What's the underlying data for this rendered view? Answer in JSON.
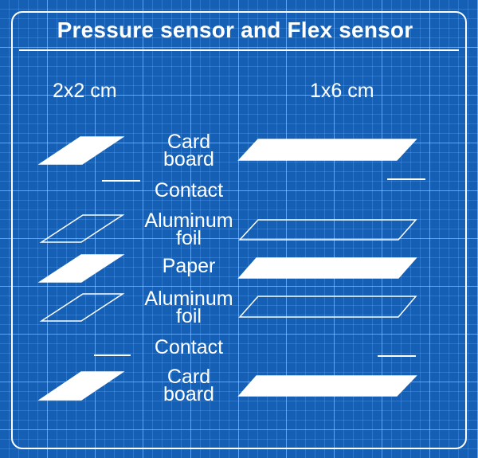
{
  "title": "Pressure sensor and Flex sensor",
  "columns": {
    "left": "2x2 cm",
    "right": "1x6 cm"
  },
  "layers": [
    {
      "id": "card-board-top",
      "lines": [
        "Card",
        "board"
      ],
      "style": "filled"
    },
    {
      "id": "contact-top",
      "lines": [
        "Contact"
      ],
      "style": "contact"
    },
    {
      "id": "aluminum-foil-top",
      "lines": [
        "Aluminum",
        "foil"
      ],
      "style": "outline"
    },
    {
      "id": "paper",
      "lines": [
        "Paper"
      ],
      "style": "filled"
    },
    {
      "id": "aluminum-foil-bottom",
      "lines": [
        "Aluminum",
        "foil"
      ],
      "style": "outline"
    },
    {
      "id": "contact-bottom",
      "lines": [
        "Contact"
      ],
      "style": "contact"
    },
    {
      "id": "card-board-bottom",
      "lines": [
        "Card",
        "board"
      ],
      "style": "filled"
    }
  ],
  "colors": {
    "background": "#1560b5",
    "lines": "#ffffff"
  }
}
